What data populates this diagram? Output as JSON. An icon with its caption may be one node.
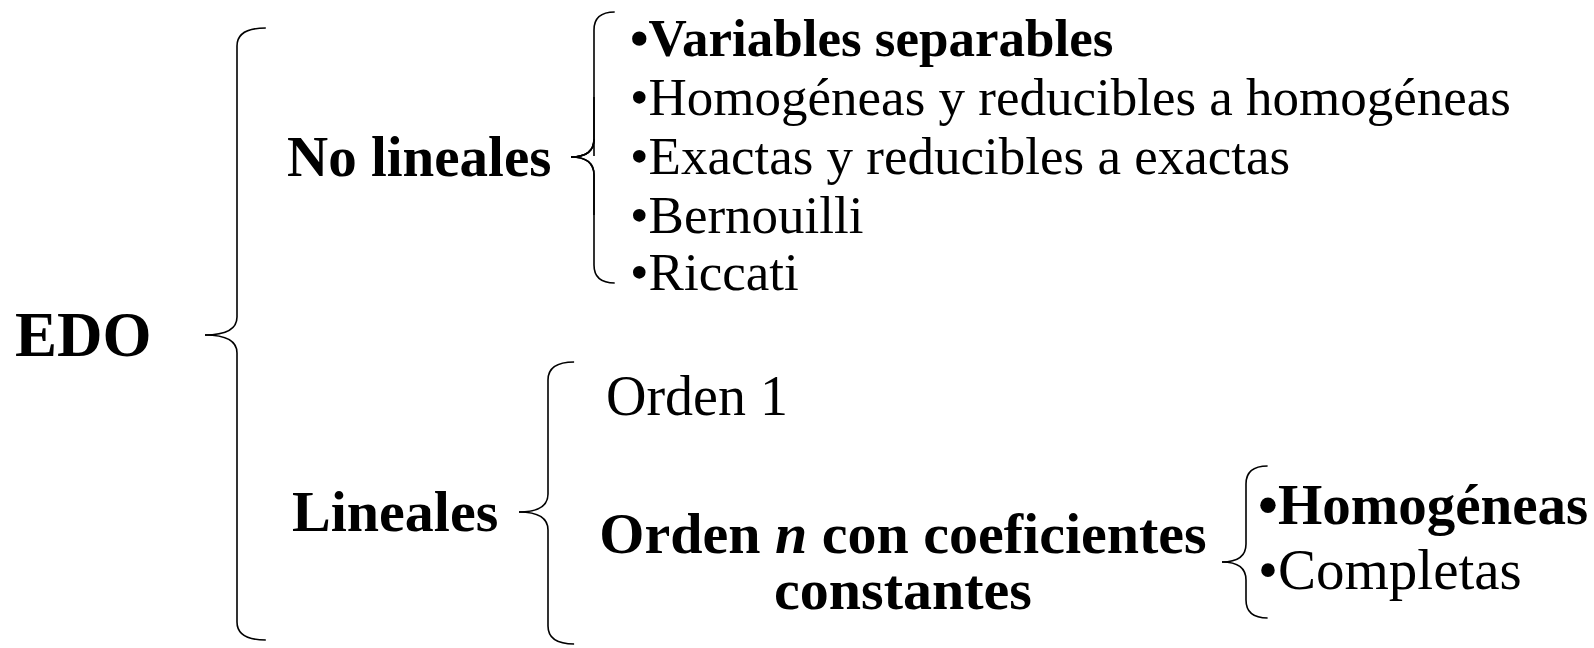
{
  "diagram": {
    "nodes": [
      {
        "text": [
          "EDO"
        ]
      },
      {
        "text": [
          "No lineales"
        ]
      },
      {
        "text": [
          "•Variables separables"
        ]
      },
      {
        "text": [
          "•Homogéneas y reducibles a homogéneas"
        ]
      },
      {
        "text": [
          "•Exactas y reducibles a exactas"
        ]
      },
      {
        "text": [
          "•Bernouilli"
        ]
      },
      {
        "text": [
          "•Riccati"
        ]
      },
      {
        "text": [
          "Lineales"
        ]
      },
      {
        "text": [
          "Orden 1"
        ]
      },
      {
        "text": [
          "Orden *n* con coeficientes constantes"
        ]
      },
      {
        "text": [
          "•Homogéneas"
        ]
      },
      {
        "text": [
          "•Completas"
        ]
      }
    ],
    "edges": [
      {
        "from": 0,
        "to": 1,
        "arrow": "none"
      },
      {
        "from": 0,
        "to": 7,
        "arrow": "none"
      },
      {
        "from": 1,
        "to": 2,
        "arrow": "none"
      },
      {
        "from": 1,
        "to": 3,
        "arrow": "none"
      },
      {
        "from": 1,
        "to": 4,
        "arrow": "none"
      },
      {
        "from": 1,
        "to": 5,
        "arrow": "none"
      },
      {
        "from": 1,
        "to": 6,
        "arrow": "none"
      },
      {
        "from": 7,
        "to": 8,
        "arrow": "none"
      },
      {
        "from": 7,
        "to": 9,
        "arrow": "none"
      },
      {
        "from": 9,
        "to": 10,
        "arrow": "none"
      },
      {
        "from": 9,
        "to": 11,
        "arrow": "none"
      }
    ]
  }
}
